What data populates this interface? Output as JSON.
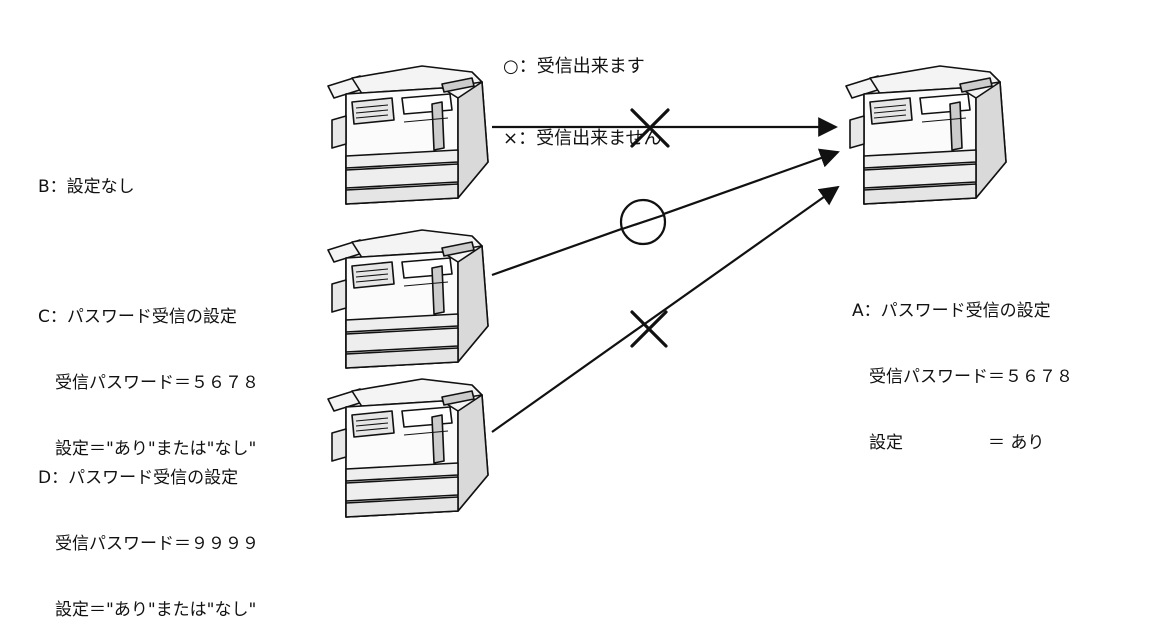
{
  "legend": {
    "ok": "○：受信出来ます",
    "ng": "×：受信出来ません"
  },
  "senders": [
    {
      "id": "B",
      "lines": [
        "B：設定なし"
      ],
      "result": "×"
    },
    {
      "id": "C",
      "lines": [
        "C：パスワード受信の設定",
        "　受信パスワード＝５６７８",
        "　設定＝\"あり\"または\"なし\""
      ],
      "result": "○"
    },
    {
      "id": "D",
      "lines": [
        "D：パスワード受信の設定",
        "　受信パスワード＝９９９９",
        "　設定＝\"あり\"または\"なし\""
      ],
      "result": "×"
    }
  ],
  "receiver": {
    "id": "A",
    "lines": [
      "A：パスワード受信の設定",
      "　受信パスワード＝５６７８",
      "　設定　　　　　＝ あり"
    ]
  },
  "icons": {
    "device": "fax-machine-icon",
    "ok_mark": "circle-slash-icon",
    "ng_mark": "cross-icon"
  },
  "colors": {
    "line": "#111111",
    "device_fill": "#f2f2f2",
    "device_shade": "#cfcfcf"
  }
}
